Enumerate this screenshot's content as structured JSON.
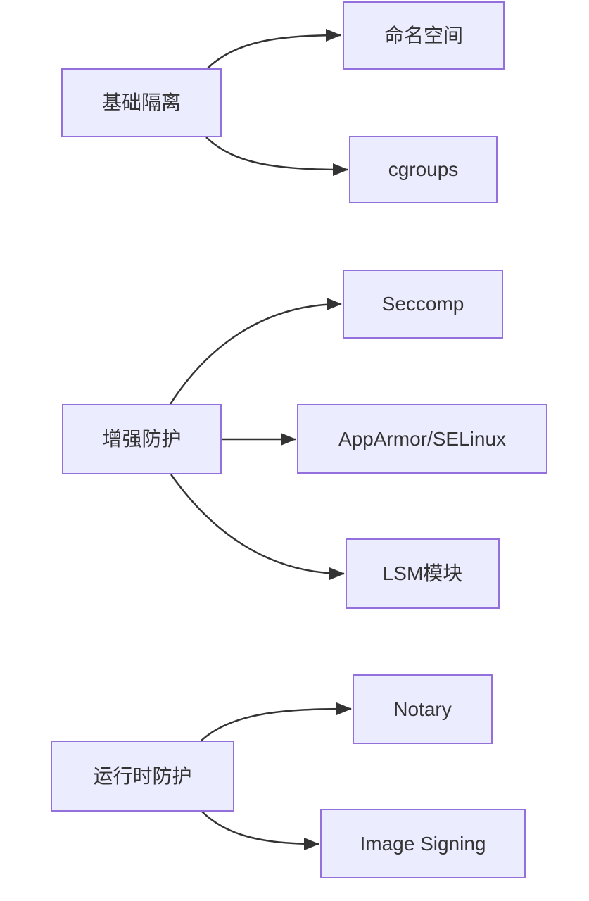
{
  "diagram": {
    "type": "flowchart",
    "direction": "left-to-right",
    "topic": "container security layers"
  },
  "colors": {
    "node_fill": "#ECECFF",
    "node_border": "#9370DB",
    "text_color": "#333333",
    "edge_color": "#333333",
    "canvas_bg": "#ffffff"
  },
  "nodes": {
    "base_isolation": {
      "label": "基础隔离"
    },
    "namespaces": {
      "label": "命名空间"
    },
    "cgroups": {
      "label": "cgroups"
    },
    "enhanced_protection": {
      "label": "增强防护"
    },
    "seccomp": {
      "label": "Seccomp"
    },
    "apparmor_selinux": {
      "label": "AppArmor/SELinux"
    },
    "lsm_module": {
      "label": "LSM模块"
    },
    "runtime_protection": {
      "label": "运行时防护"
    },
    "notary": {
      "label": "Notary"
    },
    "image_signing": {
      "label": "Image Signing"
    }
  },
  "edges": [
    {
      "from": "基础隔离",
      "to": "命名空间"
    },
    {
      "from": "基础隔离",
      "to": "cgroups"
    },
    {
      "from": "增强防护",
      "to": "Seccomp"
    },
    {
      "from": "增强防护",
      "to": "AppArmor/SELinux"
    },
    {
      "from": "增强防护",
      "to": "LSM模块"
    },
    {
      "from": "运行时防护",
      "to": "Notary"
    },
    {
      "from": "运行时防护",
      "to": "Image Signing"
    }
  ]
}
